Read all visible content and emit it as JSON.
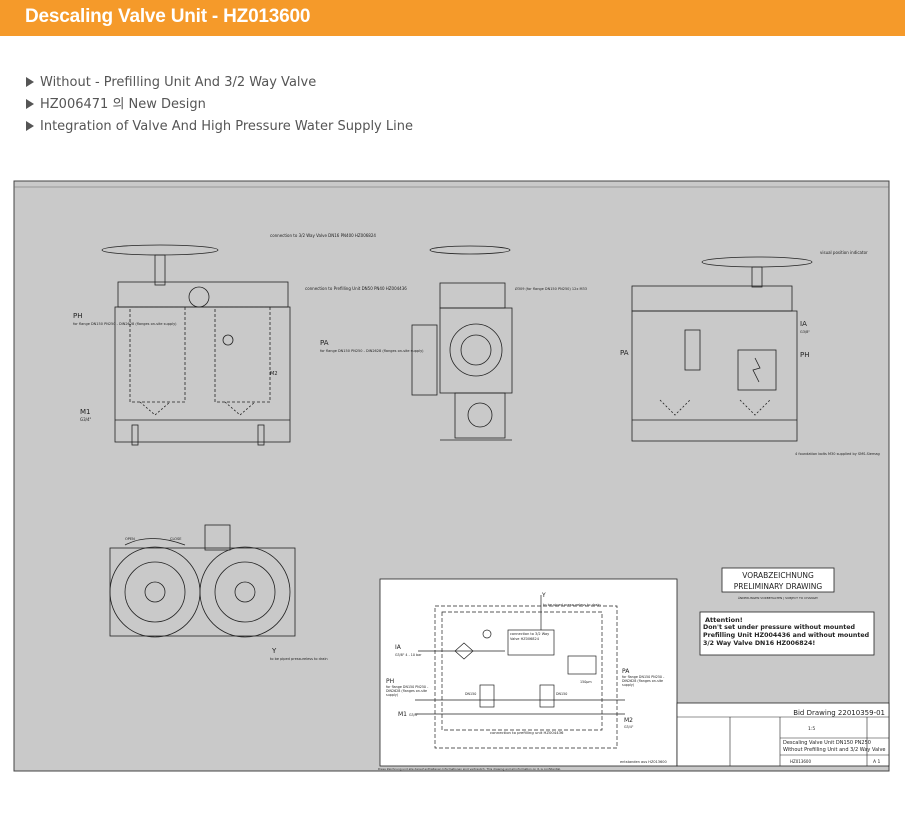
{
  "header": {
    "title": "Descaling Valve Unit  -  HZ013600"
  },
  "bullets": [
    "Without - Prefilling Unit And 3/2 Way Valve",
    "HZ006471 의 New Design",
    "Integration of Valve And High Pressure Water Supply Line"
  ],
  "drawing": {
    "view1": {
      "conn_32": "connection to 3/2 Way Valve DN16 PN400 HZ006824",
      "conn_prefill": "connection to Prefilling Unit DN50 PN40 HZ004436",
      "ph": "PH",
      "ph_note": "for flange DN150 PN250 - DIN2628 (flanges on-site supply)",
      "pa": "PA",
      "pa_note": "for flange DN150 PN250 - DIN2628 (flanges on-site supply)",
      "m1": "M1",
      "m1_note": "G3/4\"",
      "m2": "M2"
    },
    "view2": {
      "flange_note": "Ø309 (for flange DN150 PN250) 12x M33"
    },
    "view3": {
      "visual_note": "visual position indicator",
      "ia": "IA",
      "ia_note": "G3/8\"",
      "pa": "PA",
      "ph": "PH",
      "bolts_note": "4 foundation bolts M30 supplied by SMS-Siemag"
    },
    "view4": {
      "open": "OPEN",
      "close": "CLOSE",
      "y": "Y",
      "y_note": "to be piped pressureless to drain"
    },
    "stamp": {
      "title_de": "VORABZEICHNUNG",
      "title_en": "PRELIMINARY DRAWING",
      "subtitle": "ÄNDERUNGEN VORBEHALTEN | SUBJECT TO CHANGE!"
    },
    "attention": {
      "heading": "Attention!",
      "text": "Don't set under pressure without mounted Prefilling Unit HZ004436 and without mounted 3/2 Way Valve DN16 HZ006824!"
    },
    "schematic": {
      "y": "Y",
      "y_note": "to be piped pressureless to drain",
      "ia": "IA",
      "ia_note": "G3/8\" 4 - 10 bar",
      "conn_32": "connection to 3/2 Way Valve HZ006824",
      "ph": "PH",
      "ph_note": "for flange DN150 PN250 - DIN2628 (flanges on-site supply)",
      "pa": "PA",
      "pa_note": "for flange DN150 PN250 - DIN2628 (flanges on-site supply)",
      "m1": "M1",
      "m1_note": "G3/4\"",
      "m2": "M2",
      "m2_note": "G3/4\"",
      "dn150_a": "DN150",
      "dn150_b": "DN150",
      "filter": "150μm",
      "prefill": "connection to prefilling unit HZ004436",
      "origin": "entstanden aus HZ013600"
    },
    "title_block": {
      "bid": "Bid Drawing 22010359-01",
      "desc1": "Descaling Valve Unit DN150 PN250",
      "desc2": "Without Prefilling Unit and 3/2 Way Valve",
      "number": "HZ013600",
      "scale": "1:5",
      "sheet": "A 1"
    },
    "footer_note": "Diese Zeichnung und alle darauf enthaltenen Informationen sind vertraulich. This drawing and all information on it, is confidential."
  }
}
